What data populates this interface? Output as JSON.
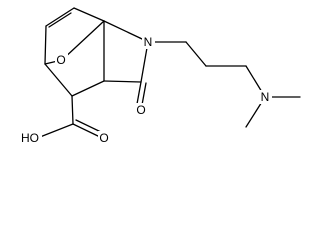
{
  "labels": {
    "bridge_oxygen": "O",
    "ring_nitrogen": "N",
    "amine_nitrogen": "N",
    "carbonyl_oxygen": "O",
    "carboxyl_oh": "HO",
    "carboxyl_oxygen": "O"
  }
}
